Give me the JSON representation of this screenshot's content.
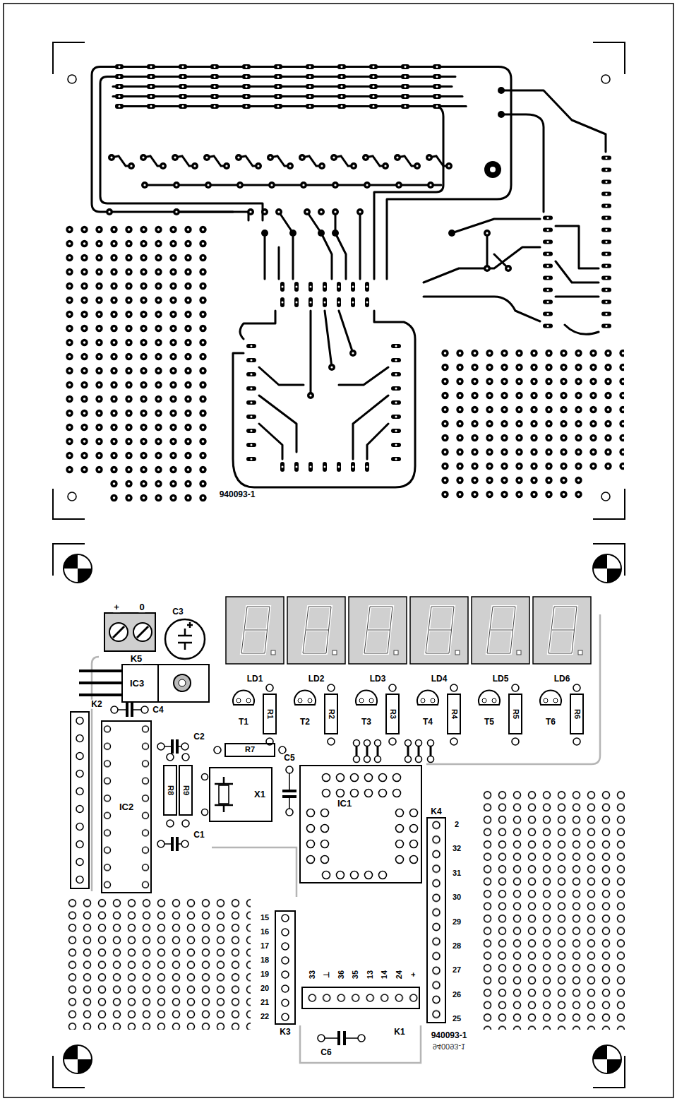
{
  "diagram": {
    "nodes": [
      {
        "text": [
          "IC3"
        ]
      },
      {
        "text": [
          "R1"
        ]
      },
      {
        "text": [
          "R2"
        ]
      },
      {
        "text": [
          "R3"
        ]
      },
      {
        "text": [
          "R4"
        ]
      },
      {
        "text": [
          "R5"
        ]
      },
      {
        "text": [
          "R6"
        ]
      },
      {
        "text": [
          "IC2"
        ]
      },
      {
        "text": [
          "R7"
        ]
      },
      {
        "text": [
          "R8"
        ]
      },
      {
        "text": [
          "R9"
        ]
      },
      {
        "text": [
          "X1"
        ]
      },
      {
        "text": [
          "IC1"
        ]
      }
    ],
    "labels": [
      "940093-1",
      "+",
      "0",
      "K5",
      "C3",
      "LD1",
      "LD2",
      "LD3",
      "LD4",
      "LD5",
      "LD6",
      "T1",
      "T2",
      "T3",
      "T4",
      "T5",
      "T6",
      "K2",
      "C4",
      "C2",
      "C5",
      "C1",
      "15",
      "16",
      "17",
      "18",
      "19",
      "20",
      "21",
      "22",
      "K3",
      "K4",
      "2",
      "32",
      "31",
      "30",
      "29",
      "28",
      "27",
      "26",
      "25",
      "33",
      "⊥",
      "36",
      "35",
      "13",
      "14",
      "24",
      "+",
      "K1",
      "C6",
      "940093-1",
      "940093-1"
    ]
  }
}
